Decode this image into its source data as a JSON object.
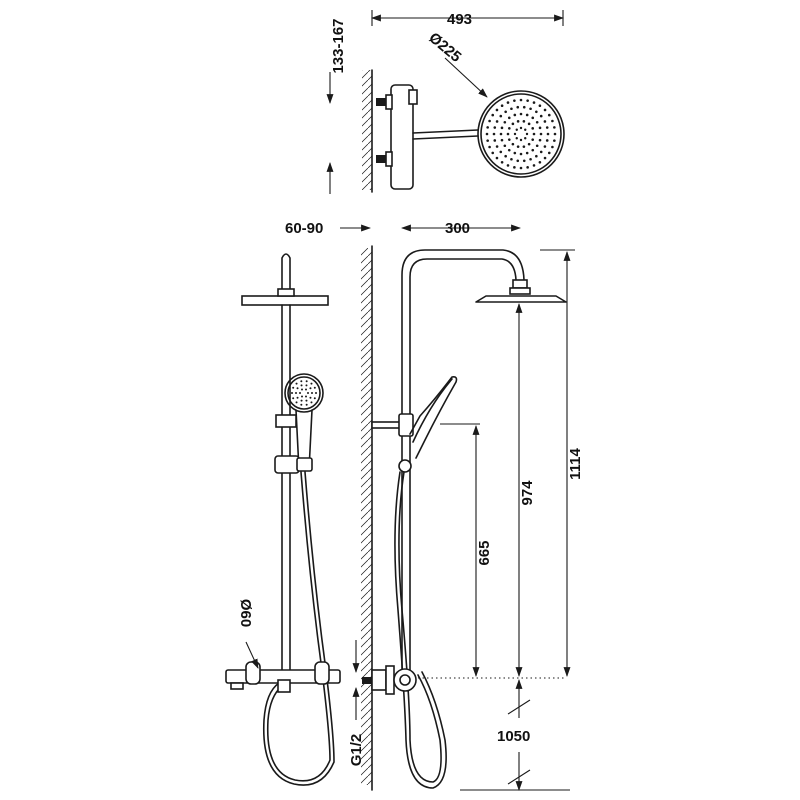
{
  "drawing": {
    "dimensions": {
      "total_width": "493",
      "rain_head_diameter": "Ø225",
      "wall_distance_top": "133-167",
      "wall_distance_side": "60-90",
      "arm_reach": "300",
      "total_height": "1114",
      "head_height": "974",
      "slider_height": "665",
      "pipe_diameter": "Ø60",
      "thread": "G1/2",
      "floor_offset": "1050"
    }
  }
}
